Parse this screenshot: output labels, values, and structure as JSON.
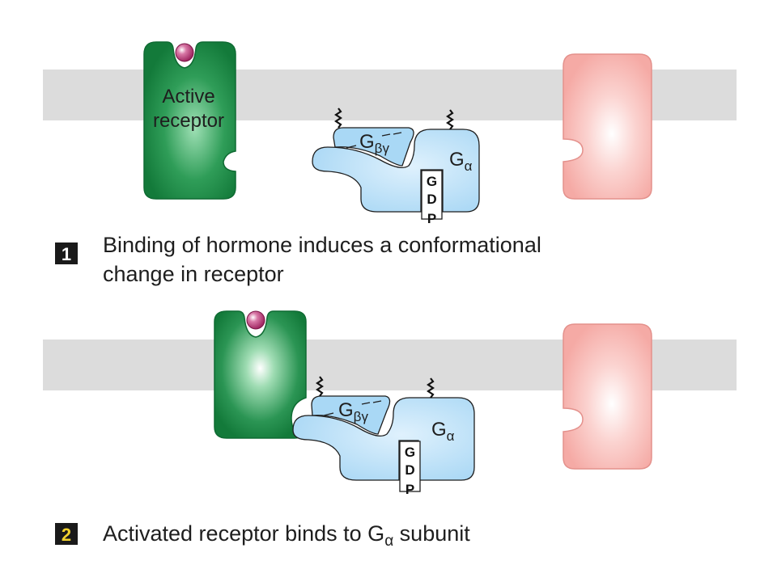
{
  "panel1": {
    "receptor_label_line1": "Active",
    "receptor_label_line2": "receptor",
    "gbg_main": "G",
    "gbg_sub": "βγ",
    "ga_main": "G",
    "ga_sub": "α",
    "gdp": [
      "G",
      "D",
      "P"
    ],
    "step_number": "1",
    "caption_line1": "Binding of hormone induces a conformational",
    "caption_line2": "change in receptor"
  },
  "panel2": {
    "gbg_main": "G",
    "gbg_sub": "βγ",
    "ga_main": "G",
    "ga_sub": "α",
    "gdp": [
      "G",
      "D",
      "P"
    ],
    "step_number": "2",
    "caption_before": "Activated receptor binds to G",
    "caption_sub": "α",
    "caption_after": " subunit"
  },
  "colors": {
    "membrane": "#dcdcdc",
    "receptor_green": "#1f8a45",
    "effector_pink": "#f7b8b4",
    "g_protein_blue": "#a9d8f5",
    "hormone": "#b0326e",
    "step_box": "#1a1a1a",
    "step1_text": "#ffffff",
    "step2_text": "#f2d22e"
  }
}
